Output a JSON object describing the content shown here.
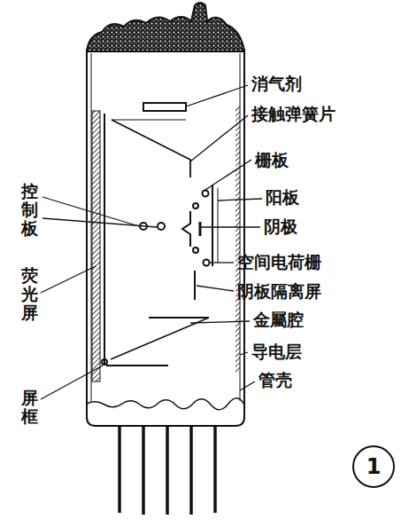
{
  "diagram": {
    "nodes": [
      {
        "text": [
          "1"
        ]
      }
    ],
    "labels": [
      "消气剂",
      "接触弹簧片",
      "控制板",
      "栅板",
      "阳板",
      "阴极",
      "荧光屏",
      "空间电荷栅",
      "阴板隔离屏",
      "金屬腔",
      "导电层",
      "屏框",
      "管壳"
    ]
  }
}
